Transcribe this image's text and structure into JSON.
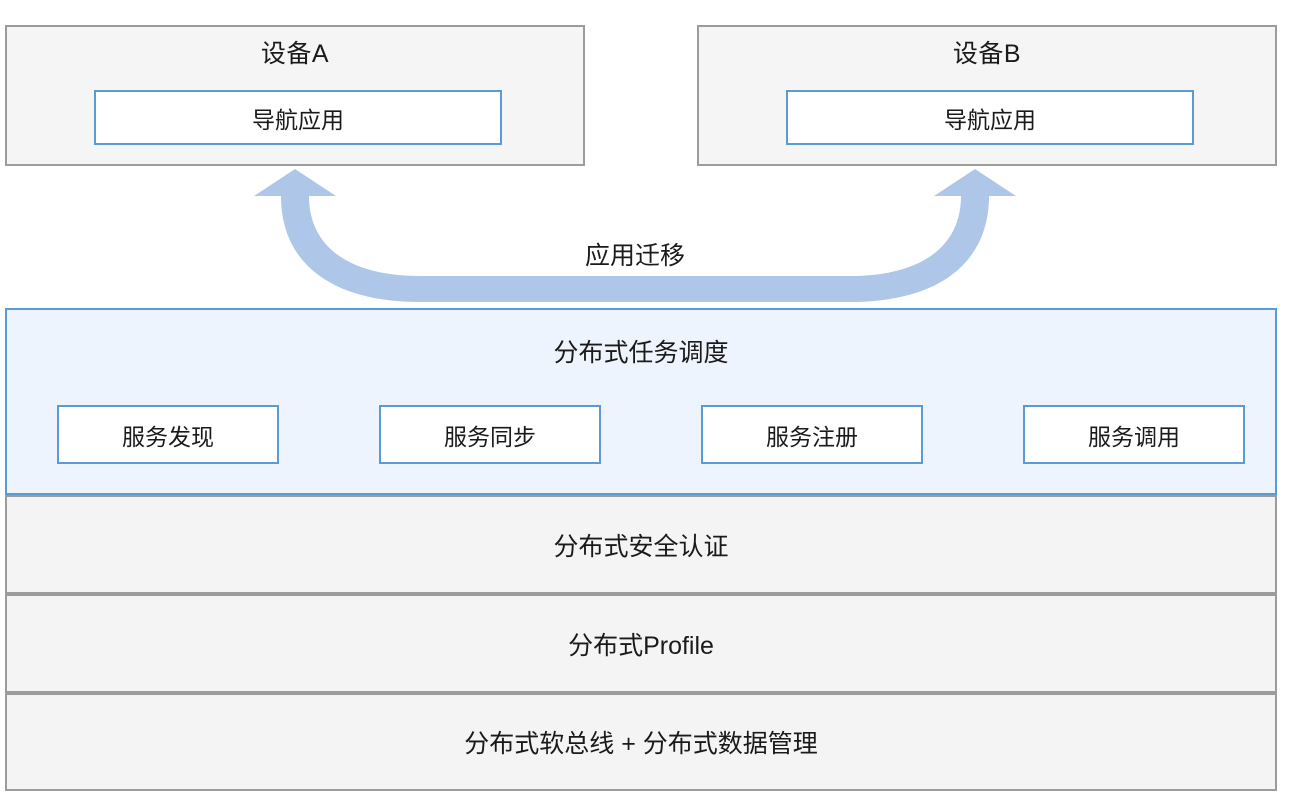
{
  "diagram": {
    "title": "HarmonyOS Distributed Architecture",
    "colors": {
      "device_fill": "#f5f5f5",
      "device_border": "#9c9c9c",
      "app_border": "#5b9bd5",
      "task_layer_fill": "#edf4fd",
      "task_layer_border": "#5b9bd5",
      "stack_fill": "#f4f4f4",
      "stack_border": "#9c9c9c",
      "arrow_fill": "#aec6e8",
      "text": "#1a1a1a"
    }
  },
  "devices": [
    {
      "title": "设备A",
      "app_label": "导航应用"
    },
    {
      "title": "设备B",
      "app_label": "导航应用"
    }
  ],
  "migration": {
    "label": "应用迁移",
    "direction": "bidirectional",
    "from": "设备A",
    "to": "设备B"
  },
  "task_scheduling": {
    "title": "分布式任务调度",
    "services": [
      {
        "label": "服务发现"
      },
      {
        "label": "服务同步"
      },
      {
        "label": "服务注册"
      },
      {
        "label": "服务调用"
      }
    ]
  },
  "stack_layers": [
    {
      "label": "分布式安全认证"
    },
    {
      "label": "分布式Profile"
    },
    {
      "label": "分布式软总线 + 分布式数据管理"
    }
  ]
}
